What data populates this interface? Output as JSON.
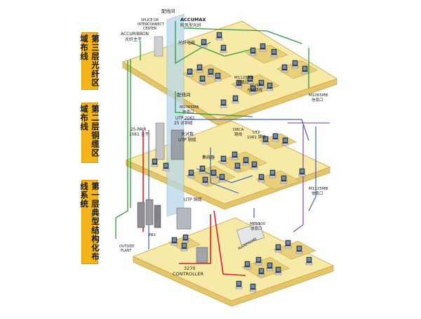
{
  "floor_labels": {
    "f3": "第三层光纤区域布线",
    "f2": "第二层铜缆区域布线",
    "f1": "第一层典型结构化布线系统"
  },
  "labels": {
    "distribution_top": "配线间",
    "splice_center_1": "SPLICE OR",
    "splice_center_2": "INTERCONNECT",
    "splice_center_3": "CENTER",
    "accumax_1": "ACCUMAX",
    "accumax_2": "吹风型光纤",
    "accuribbon_1": "ACCURIBBON",
    "accuribbon_2": "光纤主干",
    "fiber_cable": "光纤电缆",
    "m1125_top_1": "M1125MB",
    "m1125_top_2": "信息口",
    "sc_st_1": "SC/ST",
    "sc_st_2": "光纤跳线",
    "m1065_top_1": "M1065MB",
    "m1065_top_2": "信息口",
    "distribution_mid": "配线间",
    "m1065_mid_1": "M1065MB",
    "m1065_mid_2": "信息口",
    "utp2061_1": "UTP 2061",
    "utp2061_2": "25 对铜缆",
    "pair25_1": "25-PAIR",
    "pair25_2": "1061 主干",
    "large_utp_1": "大对数",
    "large_utp_2": "UTP 铜缆",
    "d8ca_1": "D8CA",
    "d8ca_2": "跳线",
    "utp1061_1": "UTP",
    "utp1061_2": "1061 铜缆",
    "hub": "集线器",
    "m1125_mid_1": "M1125MB",
    "m1125_mid_2": "信息口",
    "utp_copper": "UTP 铜缆",
    "mps100_1": "MPS100",
    "mps100_2": "信息口",
    "pbx": "PBX",
    "outside_plant_1": "OUTSIDE",
    "outside_plant_2": "PLANT",
    "controller_1": "3270",
    "controller_2": "CONTROLLER",
    "mainframe": "MAINFRAME"
  },
  "colors": {
    "floor_top": "#f7e9a6",
    "floor_side": "#e5c56a",
    "floor_edge": "#c9a54a",
    "fiber_green": "#2e9a3a",
    "copper_blue": "#3a66b8",
    "backbone_red": "#d8232a",
    "purple": "#7a3aa0",
    "riser_glass": "#b8d8ea",
    "label_orange": "#f4b41a"
  }
}
